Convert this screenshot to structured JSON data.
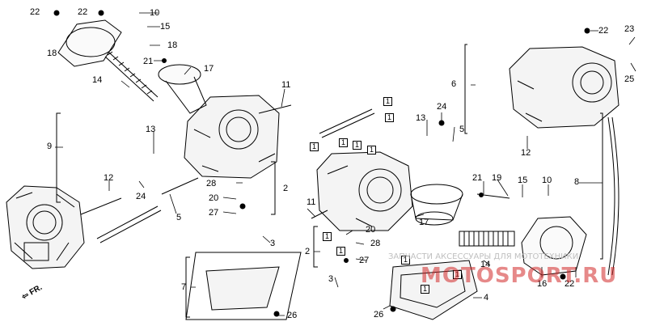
{
  "diagram": {
    "part_labels": [
      {
        "id": "l22a",
        "text": "22"
      },
      {
        "id": "l22b",
        "text": "22"
      },
      {
        "id": "l10a",
        "text": "10"
      },
      {
        "id": "l15a",
        "text": "15"
      },
      {
        "id": "l18a",
        "text": "18"
      },
      {
        "id": "l18b",
        "text": "18"
      },
      {
        "id": "l21a",
        "text": "21"
      },
      {
        "id": "l17a",
        "text": "17"
      },
      {
        "id": "l14a",
        "text": "14"
      },
      {
        "id": "l11a",
        "text": "11"
      },
      {
        "id": "l9",
        "text": "9"
      },
      {
        "id": "l13a",
        "text": "13"
      },
      {
        "id": "l12a",
        "text": "12"
      },
      {
        "id": "l24a",
        "text": "24"
      },
      {
        "id": "l28a",
        "text": "28"
      },
      {
        "id": "l20a",
        "text": "20"
      },
      {
        "id": "l27a",
        "text": "27"
      },
      {
        "id": "l5a",
        "text": "5"
      },
      {
        "id": "l2a",
        "text": "2"
      },
      {
        "id": "l3a",
        "text": "3"
      },
      {
        "id": "l7",
        "text": "7"
      },
      {
        "id": "l26a",
        "text": "26"
      },
      {
        "id": "l6",
        "text": "6"
      },
      {
        "id": "l24b",
        "text": "24"
      },
      {
        "id": "l13b",
        "text": "13"
      },
      {
        "id": "l5b",
        "text": "5"
      },
      {
        "id": "l12b",
        "text": "12"
      },
      {
        "id": "l22c",
        "text": "22"
      },
      {
        "id": "l23",
        "text": "23"
      },
      {
        "id": "l25",
        "text": "25"
      },
      {
        "id": "l8",
        "text": "8"
      },
      {
        "id": "l21b",
        "text": "21"
      },
      {
        "id": "l19",
        "text": "19"
      },
      {
        "id": "l15b",
        "text": "15"
      },
      {
        "id": "l10b",
        "text": "10"
      },
      {
        "id": "l11b",
        "text": "11"
      },
      {
        "id": "l17b",
        "text": "17"
      },
      {
        "id": "l20b",
        "text": "20"
      },
      {
        "id": "l28b",
        "text": "28"
      },
      {
        "id": "l27b",
        "text": "27"
      },
      {
        "id": "l2b",
        "text": "2"
      },
      {
        "id": "l14b",
        "text": "14"
      },
      {
        "id": "l16",
        "text": "16"
      },
      {
        "id": "l22d",
        "text": "22"
      },
      {
        "id": "l4",
        "text": "4"
      },
      {
        "id": "l3b",
        "text": "3"
      },
      {
        "id": "l26b",
        "text": "26"
      }
    ],
    "boxed_labels": [
      {
        "id": "b1",
        "text": "1"
      },
      {
        "id": "b2",
        "text": "1"
      },
      {
        "id": "b3",
        "text": "1"
      },
      {
        "id": "b4",
        "text": "1"
      },
      {
        "id": "b5",
        "text": "1"
      },
      {
        "id": "b6",
        "text": "1"
      },
      {
        "id": "b7",
        "text": "1"
      },
      {
        "id": "b8",
        "text": "1"
      },
      {
        "id": "b9",
        "text": "1"
      },
      {
        "id": "b10",
        "text": "1"
      },
      {
        "id": "b11",
        "text": "1"
      }
    ],
    "direction_marker": "FR.",
    "watermark_text": "ЗАПЧАСТИ АКСЕССУАРЫ ДЛЯ МОТОТЕХНИКИ",
    "watermark_logo": "MOTOSPORT.RU"
  }
}
